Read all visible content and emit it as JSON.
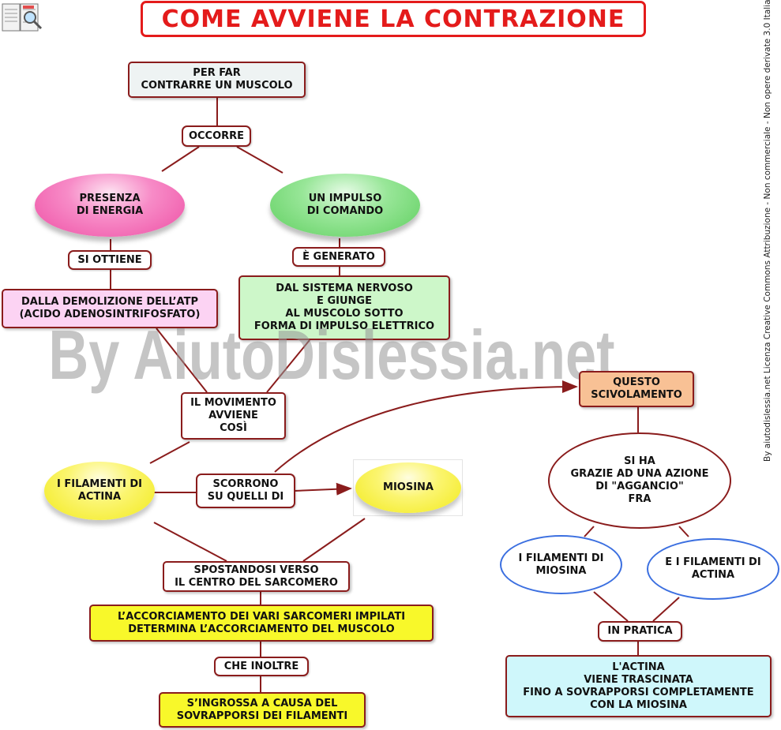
{
  "title": "COME AVVIENE LA CONTRAZIONE",
  "watermark": "By AiutoDislessia.net",
  "license": "By aiutodislessia.net Licenza Creative Commons Attribuzione - Non commerciale - Non opere derivate 3.0 Italia",
  "logo_icon": "book-magnifier-icon",
  "colors": {
    "title_red": "#e41b1b",
    "border_dark_red": "#8a1c1c",
    "energy_pink": "#f46ab7",
    "command_green": "#7fdc7f",
    "atp_pink": "#fcd3f3",
    "nervous_green": "#cdf7c9",
    "scivolamento_orange": "#f8c195",
    "yellow": "#f8f82a",
    "cyan": "#cff7fb",
    "ellipse_blue": "#3b6fe0"
  },
  "nodes": {
    "per_far": "PER FAR\nCONTRARRE UN MUSCOLO",
    "occorre": "OCCORRE",
    "presenza": "PRESENZA\nDI ENERGIA",
    "impulso": "UN IMPULSO\nDI COMANDO",
    "si_ottiene": "SI OTTIENE",
    "e_generato": "È GENERATO",
    "atp": "DALLA DEMOLIZIONE DELL’ATP\n(ACIDO ADENOSINTRIFOSFATO)",
    "sistema": "DAL SISTEMA NERVOSO\nE GIUNGE\nAL MUSCOLO SOTTO\nFORMA DI IMPULSO ELETTRICO",
    "movimento": "IL MOVIMENTO\nAVVIENE\nCOSÌ",
    "filamenti_actina": "I FILAMENTI DI\nACTINA",
    "scorrono": "SCORRONO\nSU QUELLI  DI",
    "miosina": "MIOSINA",
    "spostandosi": "SPOSTANDOSI VERSO\nIL CENTRO DEL SARCOMERO",
    "accorciamento": "L’ACCORCIAMENTO DEI VARI SARCOMERI IMPILATI\nDETERMINA L’ACCORCIAMENTO DEL MUSCOLO",
    "che_inoltre": "CHE INOLTRE",
    "ingrossa": "S’INGROSSA A CAUSA DEL\nSOVRAPPORSI DEI FILAMENTI",
    "questo": "QUESTO\nSCIVOLAMENTO",
    "si_ha": "SI HA\nGRAZIE AD UNA AZIONE\nDI \"AGGANCIO\"\nFRA",
    "filamenti_miosina": "I FILAMENTI DI\nMIOSINA",
    "e_filamenti_actina": "E I FILAMENTI DI\nACTINA",
    "in_pratica": "IN PRATICA",
    "actina_trascinata": "L'ACTINA\nVIENE TRASCINATA\nFINO A SOVRAPPORSI COMPLETAMENTE\nCON LA MIOSINA"
  }
}
